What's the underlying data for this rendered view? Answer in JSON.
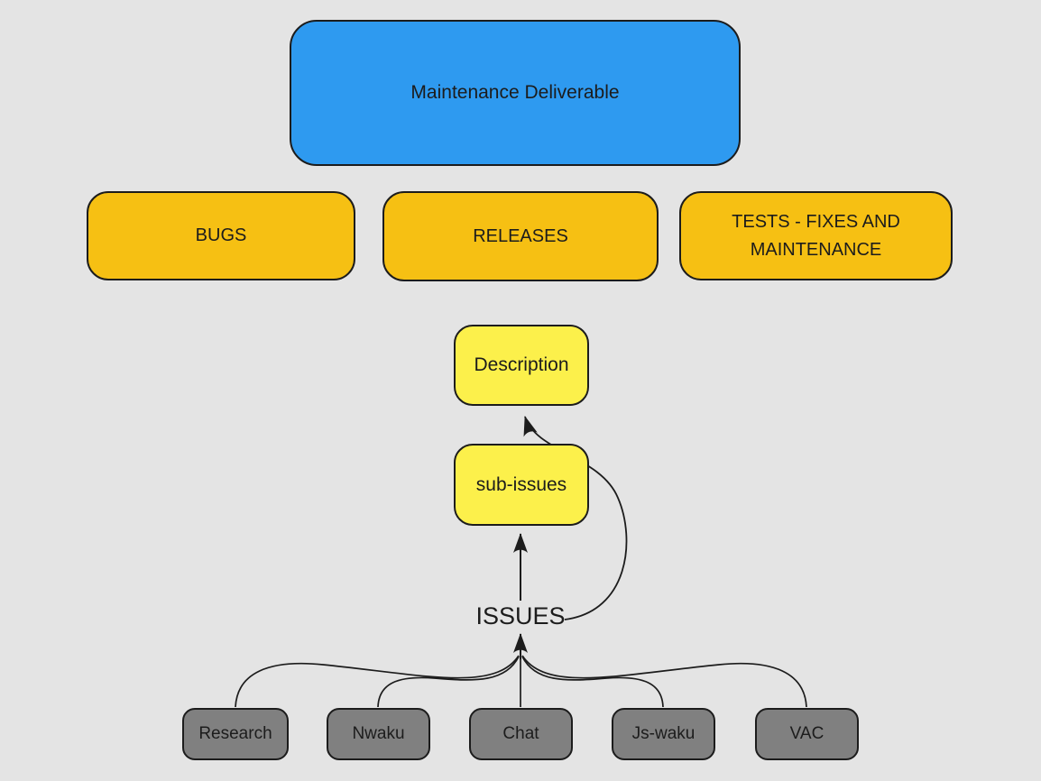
{
  "diagram": {
    "background_color": "#E4E4E4",
    "stroke_color": "#1c1c1c",
    "nodes": {
      "maintenance_deliverable": {
        "label": "Maintenance Deliverable",
        "fill": "#2E9AF0",
        "shape": "rounded-rect"
      },
      "bugs": {
        "label": "BUGS",
        "fill": "#F6C013",
        "shape": "rounded-rect"
      },
      "releases": {
        "label": "RELEASES",
        "fill": "#F6C013",
        "shape": "rounded-rect"
      },
      "tests": {
        "label": "TESTS - FIXES AND MAINTENANCE",
        "fill": "#F6C013",
        "shape": "rounded-rect"
      },
      "description": {
        "label": "Description",
        "fill": "#FCF04B",
        "shape": "rounded-rect"
      },
      "sub_issues": {
        "label": "sub-issues",
        "fill": "#FCF04B",
        "shape": "rounded-rect"
      },
      "issues": {
        "label": "ISSUES",
        "fill": "none",
        "shape": "text"
      },
      "research": {
        "label": "Research",
        "fill": "#808080",
        "shape": "rounded-rect"
      },
      "nwaku": {
        "label": "Nwaku",
        "fill": "#808080",
        "shape": "rounded-rect"
      },
      "chat": {
        "label": "Chat",
        "fill": "#808080",
        "shape": "rounded-rect"
      },
      "js_waku": {
        "label": "Js-waku",
        "fill": "#808080",
        "shape": "rounded-rect"
      },
      "vac": {
        "label": "VAC",
        "fill": "#808080",
        "shape": "rounded-rect"
      }
    },
    "edges": [
      {
        "from": "issues",
        "to": "sub_issues",
        "type": "straight-arrow"
      },
      {
        "from": "issues",
        "to": "description",
        "type": "curved-arrow"
      },
      {
        "from": "research",
        "to": "issues",
        "type": "curve"
      },
      {
        "from": "nwaku",
        "to": "issues",
        "type": "curve"
      },
      {
        "from": "chat",
        "to": "issues",
        "type": "straight"
      },
      {
        "from": "js_waku",
        "to": "issues",
        "type": "curve"
      },
      {
        "from": "vac",
        "to": "issues",
        "type": "curve"
      }
    ]
  }
}
